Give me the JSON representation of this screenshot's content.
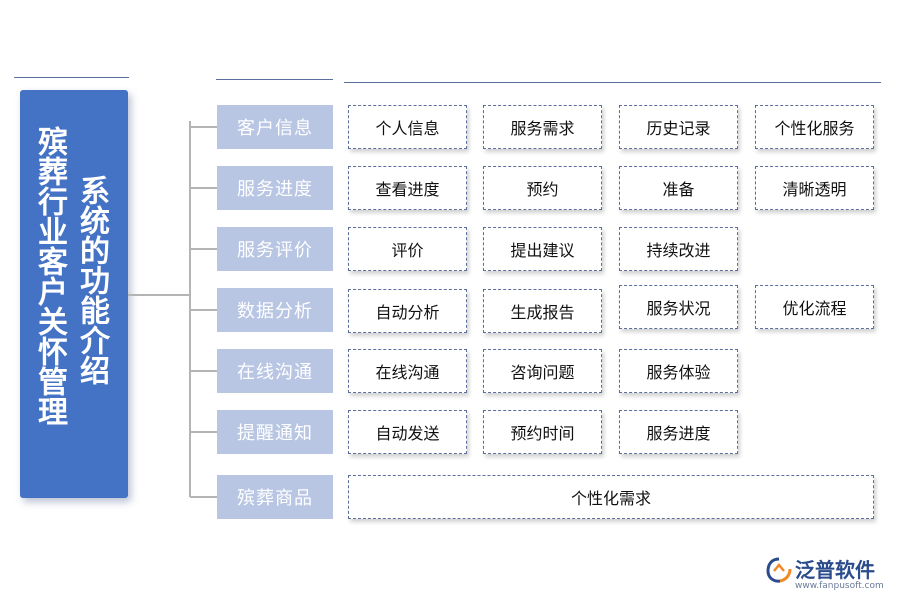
{
  "title": {
    "main": "殡葬行业客户关怀管理",
    "sub": "系统的功能介绍"
  },
  "categories": [
    {
      "label": "客户信息",
      "items": [
        "个人信息",
        "服务需求",
        "历史记录",
        "个性化服务"
      ]
    },
    {
      "label": "服务进度",
      "items": [
        "查看进度",
        "预约",
        "准备",
        "清晰透明"
      ]
    },
    {
      "label": "服务评价",
      "items": [
        "评价",
        "提出建议",
        "持续改进"
      ]
    },
    {
      "label": "数据分析",
      "items": [
        "自动分析",
        "生成报告",
        "服务状况",
        "优化流程"
      ]
    },
    {
      "label": "在线沟通",
      "items": [
        "在线沟通",
        "咨询问题",
        "服务体验"
      ]
    },
    {
      "label": "提醒通知",
      "items": [
        "自动发送",
        "预约时间",
        "服务进度"
      ]
    },
    {
      "label": "殡葬商品",
      "items": [
        "个性化需求"
      ]
    }
  ],
  "logo": {
    "name": "泛普软件",
    "url": "www.fanpusoft.com",
    "icon": "fanpu-logo-icon",
    "colors": {
      "blue": "#2b4c8c",
      "orange": "#f08a24"
    }
  },
  "colors": {
    "panel": "#4472c4",
    "category": "#b8c6e4",
    "item_border": "#5b6e9c"
  }
}
